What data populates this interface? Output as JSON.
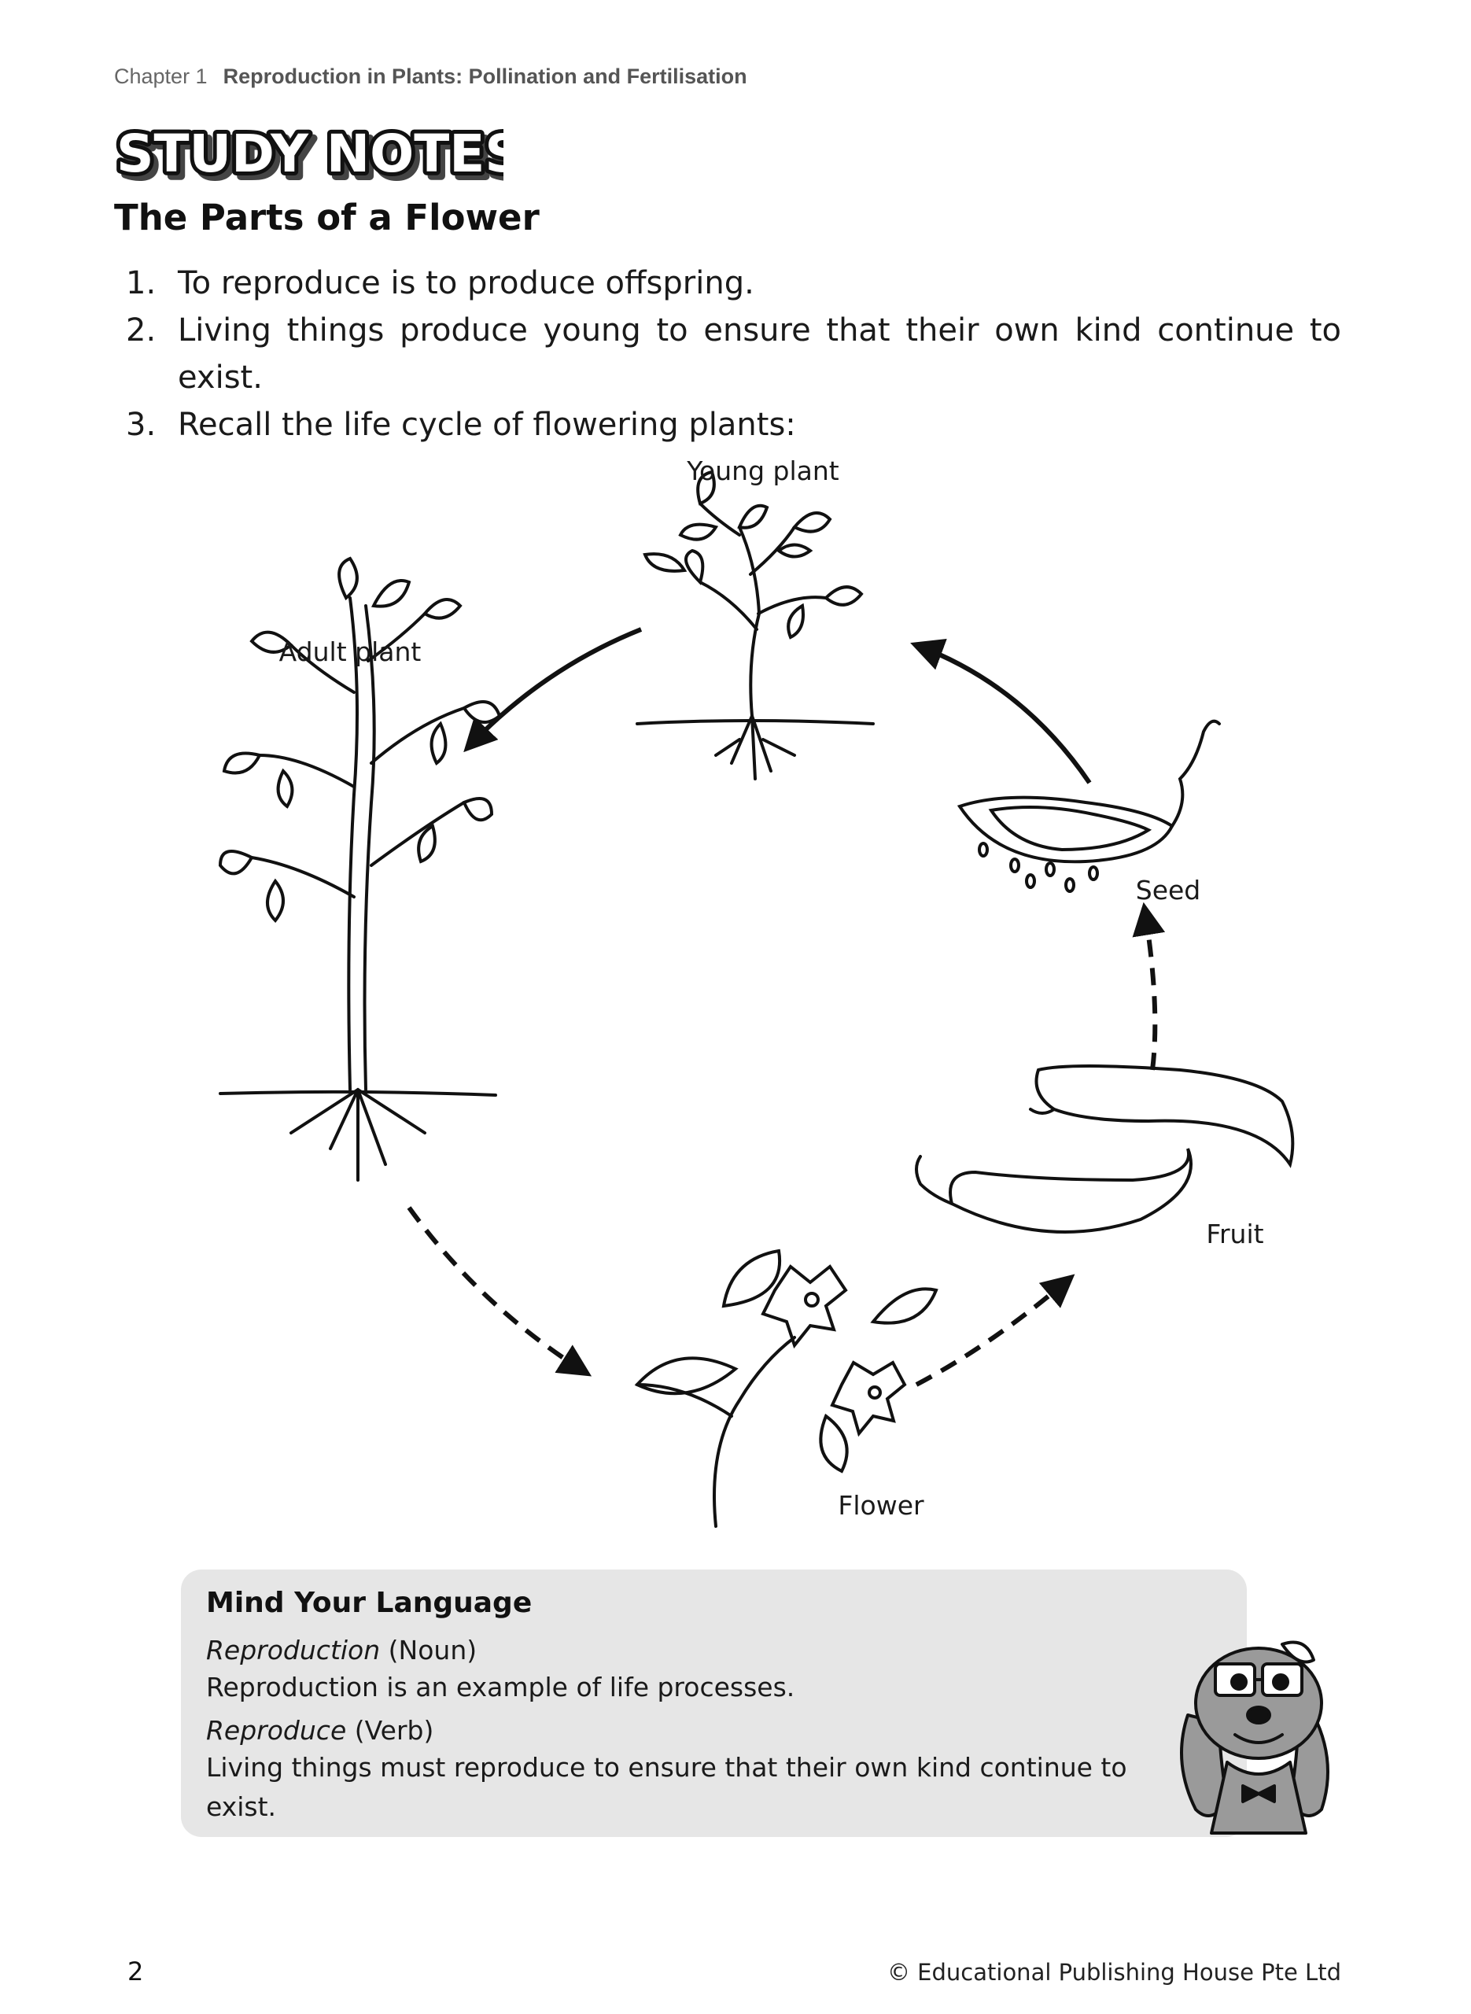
{
  "header": {
    "chapter_number": "Chapter 1",
    "chapter_title": "Reproduction in Plants: Pollination and Fertilisation",
    "banner": "STUDY NOTES"
  },
  "section_title": "The Parts of a Flower",
  "points": [
    {
      "num": "1.",
      "text": "To reproduce is to produce offspring."
    },
    {
      "num": "2.",
      "text": "Living things produce young to ensure that their own kind continue to exist."
    },
    {
      "num": "3.",
      "text": "Recall the life cycle of flowering plants:"
    }
  ],
  "life_cycle": {
    "young_plant": "Young plant",
    "adult_plant": "Adult plant",
    "flower": "Flower",
    "fruit": "Fruit",
    "seed": "Seed"
  },
  "mind_your_language": {
    "heading": "Mind Your Language",
    "term1": "Reproduction",
    "term1_pos": "(Noun)",
    "term1_example": "Reproduction is an example of life processes.",
    "term2": "Reproduce",
    "term2_pos": "(Verb)",
    "term2_example": "Living things must reproduce to ensure that their own kind continue to exist."
  },
  "footer": {
    "page_number": "2",
    "copyright": "© Educational Publishing House Pte Ltd"
  }
}
